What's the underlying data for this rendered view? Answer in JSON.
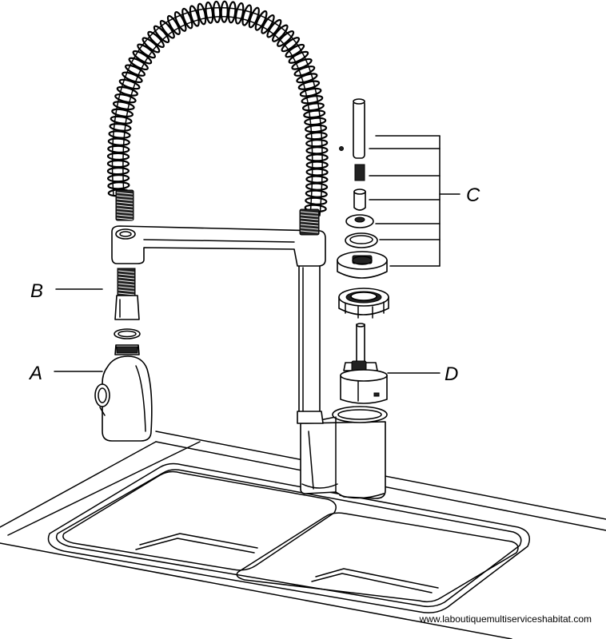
{
  "labels": {
    "a": "A",
    "b": "B",
    "c": "C",
    "d": "D"
  },
  "footer": {
    "url": "www.laboutiquemultiserviceshabitat.com"
  },
  "colors": {
    "line": "#000000",
    "background": "#ffffff"
  }
}
